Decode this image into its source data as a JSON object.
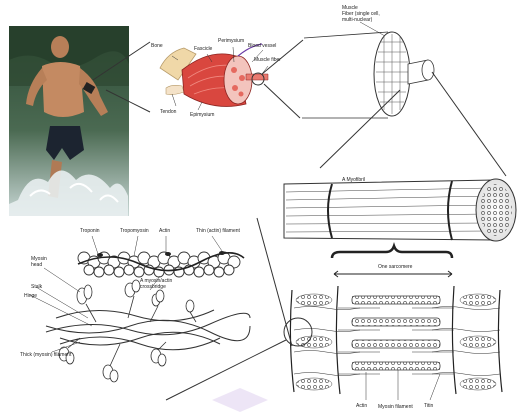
{
  "muscle": {
    "bone": "Bone",
    "fascicle": "Fascicle",
    "perimysium": "Perimysium",
    "blood_vessel": "Blood vessel",
    "muscle_fiber": "Muscle fiber",
    "tendon": "Tendon",
    "epimysium": "Epimysium"
  },
  "fiber": {
    "title": "Muscle",
    "subtitle_1": "Fiber (single cell,",
    "subtitle_2": "multi-nuclear)"
  },
  "myofibril": {
    "label": "A Myofibril"
  },
  "sarcomere": {
    "label": "One sarcomere",
    "actin": "Actin",
    "myosin_filament": "Myosin filament",
    "titin": "Titin"
  },
  "filaments": {
    "troponin": "Troponin",
    "tropomyosin": "Tropomyosin",
    "actin": "Actin",
    "thin_filament": "Thin (actin) filament",
    "myosin_head_1": "Myosin",
    "myosin_head_2": "head",
    "crossbridge_1": "A myosin/actin",
    "crossbridge_2": "crossbridge",
    "stalk": "Stalk",
    "hinge": "Hinge",
    "thick_filament": "Thick (myosin) filament"
  },
  "colors": {
    "water": "#3f5a44",
    "skin": "#c98f67",
    "muscle_red": "#d9473f",
    "bone": "#f0d8a8",
    "watermark": "#d8c6ea"
  }
}
